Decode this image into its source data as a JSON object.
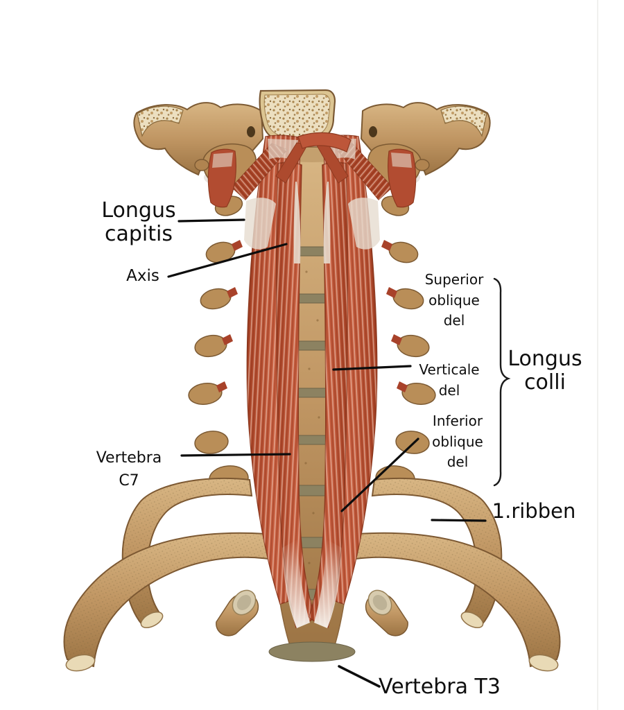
{
  "figure": {
    "type": "anatomical-illustration",
    "labels": {
      "longus_capitis": "Longus\ncapitis",
      "axis": "Axis",
      "superior_oblique": "Superior\noblique\ndel",
      "verticale": "Verticale\ndel",
      "inferior_oblique": "Inferior\noblique\ndel",
      "longus_colli": "Longus\ncolli",
      "vertebra_c7": "Vertebra\nC7",
      "first_rib": "1.ribben",
      "vertebra_t3": "Vertebra T3"
    },
    "colors": {
      "background": "#ffffff",
      "muscle_red": "#b65034",
      "muscle_dark": "#8e3a20",
      "tendon_white": "#e8e0d4",
      "bone_tan": "#c09663",
      "bone_outline": "#7c5a33",
      "spongy_cream": "#ecdfc0",
      "disc_olive": "#8c8261",
      "leader_line": "#0d0d0d"
    }
  }
}
